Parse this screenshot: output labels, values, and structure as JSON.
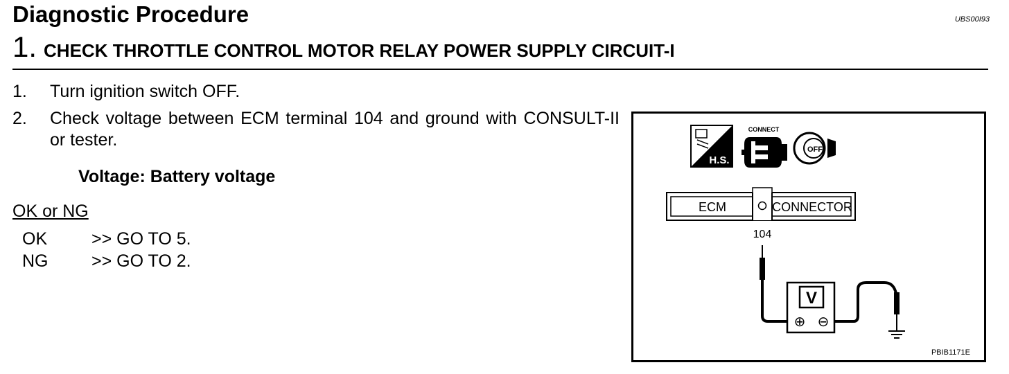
{
  "header": {
    "title": "Diagnostic Procedure",
    "ref_code": "UBS00I93"
  },
  "step": {
    "number": "1.",
    "title": "CHECK THROTTLE CONTROL MOTOR RELAY POWER SUPPLY CIRCUIT-I"
  },
  "instructions": [
    {
      "num": "1.",
      "text": "Turn ignition switch OFF."
    },
    {
      "num": "2.",
      "text": "Check voltage between ECM terminal 104 and ground with CONSULT-II or tester."
    }
  ],
  "spec": "Voltage: Battery voltage",
  "result": {
    "heading": "OK or NG",
    "rows": [
      {
        "code": "OK",
        "action": ">> GO TO 5."
      },
      {
        "code": "NG",
        "action": ">> GO TO 2."
      }
    ]
  },
  "figure": {
    "icon_hs_label": "H.S.",
    "icon_connect_label": "CONNECT",
    "icon_off_label": "OFF",
    "connector_left_label": "ECM",
    "connector_right_label": "CONNECTOR",
    "terminal_label": "104",
    "meter_label": "V",
    "plus_symbol": "⊕",
    "minus_symbol": "⊖",
    "figure_code": "PBIB1171E"
  }
}
